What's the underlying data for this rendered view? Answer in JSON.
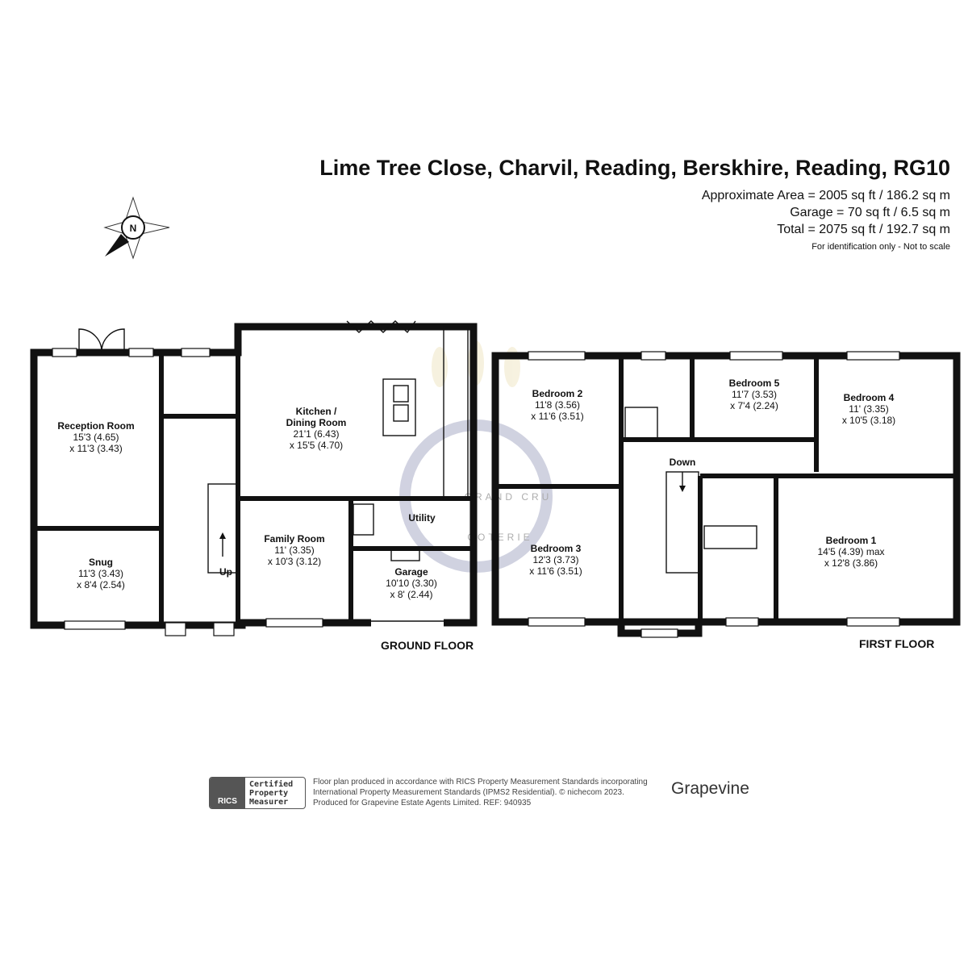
{
  "header": {
    "title": "Lime Tree Close, Charvil, Reading, Berskhire, Reading, RG10",
    "approx_area": "Approximate Area = 2005 sq ft / 186.2 sq m",
    "garage_area": "Garage = 70 sq ft / 6.5 sq m",
    "total_area": "Total = 2075 sq ft / 192.7 sq m",
    "note": "For identification only - Not to scale"
  },
  "compass": {
    "label": "N"
  },
  "ground_floor": {
    "label": "GROUND FLOOR",
    "stairs_label": "Up",
    "rooms": [
      {
        "name": "Reception Room",
        "dim1": "15'3 (4.65)",
        "dim2": "x 11'3 (3.43)"
      },
      {
        "name": "Snug",
        "dim1": "11'3 (3.43)",
        "dim2": "x 8'4 (2.54)"
      },
      {
        "name": "Kitchen /",
        "name2": "Dining Room",
        "dim1": "21'1 (6.43)",
        "dim2": "x 15'5 (4.70)"
      },
      {
        "name": "Family Room",
        "dim1": "11' (3.35)",
        "dim2": "x 10'3 (3.12)"
      },
      {
        "name": "Utility"
      },
      {
        "name": "Garage",
        "dim1": "10'10 (3.30)",
        "dim2": "x 8' (2.44)"
      }
    ]
  },
  "first_floor": {
    "label": "FIRST FLOOR",
    "stairs_label": "Down",
    "rooms": [
      {
        "name": "Bedroom 2",
        "dim1": "11'8 (3.56)",
        "dim2": "x 11'6 (3.51)"
      },
      {
        "name": "Bedroom 5",
        "dim1": "11'7 (3.53)",
        "dim2": "x 7'4 (2.24)"
      },
      {
        "name": "Bedroom 4",
        "dim1": "11' (3.35)",
        "dim2": "x 10'5 (3.18)"
      },
      {
        "name": "Bedroom 3",
        "dim1": "12'3 (3.73)",
        "dim2": "x 11'6 (3.51)"
      },
      {
        "name": "Bedroom 1",
        "dim1": "14'5 (4.39) max",
        "dim2": "x 12'8 (3.86)"
      }
    ]
  },
  "footer": {
    "rics_logo": "RICS",
    "badge": [
      "Certified",
      "Property",
      "Measurer"
    ],
    "text_line1": "Floor plan produced in accordance with RICS Property Measurement Standards incorporating",
    "text_line2": "International Property Measurement Standards (IPMS2 Residential).  © nichecom 2023.",
    "text_line3": "Produced for Grapevine Estate Agents Limited.   REF:  940935",
    "brand": "Grapevine"
  },
  "watermark": {
    "line1": "GRAND CRU",
    "line2": "COTERIE"
  }
}
